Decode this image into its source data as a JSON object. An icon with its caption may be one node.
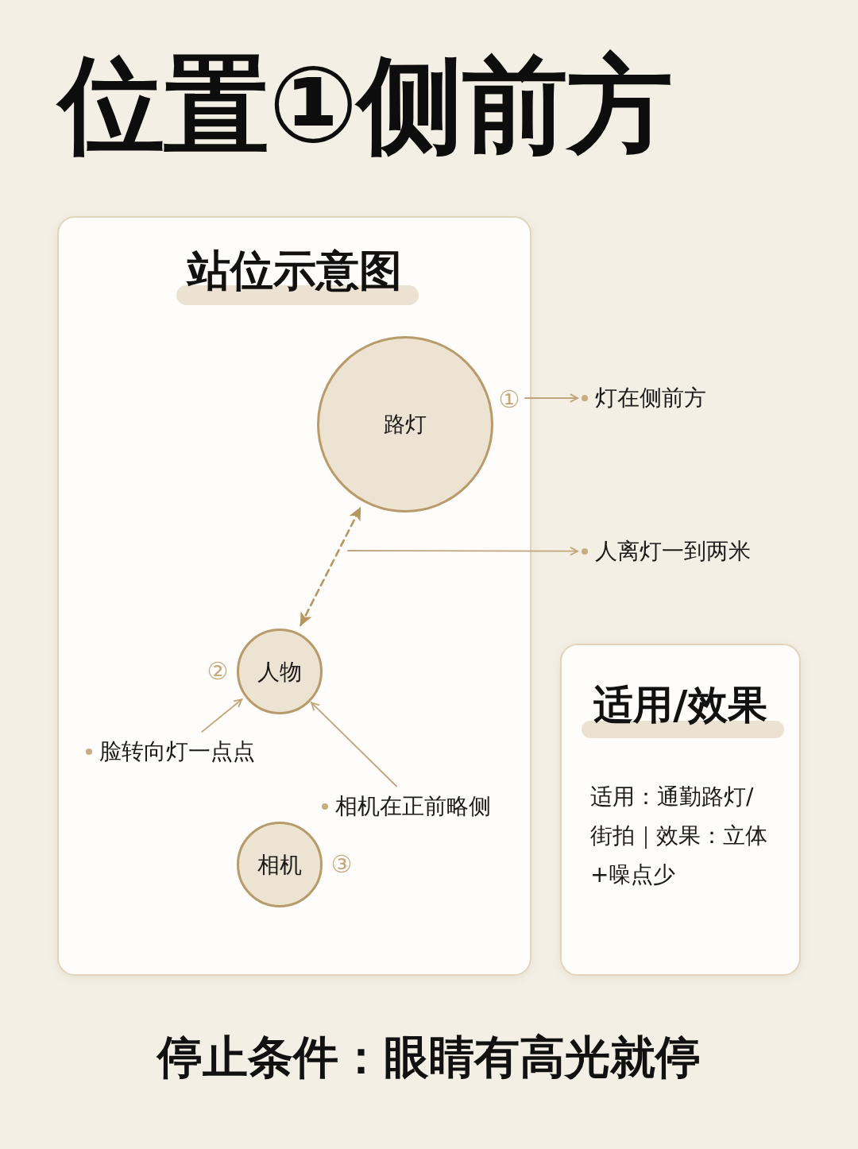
{
  "diagram": {
    "title": "位置①侧前方",
    "caption": "停止条件：眼睛有高光就停",
    "nodes": [
      {
        "text": [
          "站位示意图"
        ]
      },
      {
        "text": [
          "路灯"
        ],
        "in": 0
      },
      {
        "text": [
          "①"
        ],
        "in": 0
      },
      {
        "text": [
          "灯在侧前方"
        ]
      },
      {
        "text": [
          "人离灯一到两米"
        ]
      },
      {
        "text": [
          "人物"
        ],
        "in": 0,
        "beside": [
          "②"
        ]
      },
      {
        "text": [
          "脸转向灯一点点"
        ],
        "in": 0
      },
      {
        "text": [
          "相机在正前略侧"
        ],
        "in": 0
      },
      {
        "text": [
          "相机"
        ],
        "in": 0,
        "beside": [
          "③"
        ]
      },
      {
        "text": [
          "适用/效果",
          "适用：通勤路灯/街拍｜效果：立体+噪点少"
        ]
      }
    ],
    "edges": [
      {
        "from": 2,
        "to": 3,
        "arrow": "to"
      },
      {
        "from": 5,
        "to": 1,
        "arrow": "both",
        "style": "dashed"
      },
      {
        "from": null,
        "to": 4,
        "arrow": "to"
      },
      {
        "from": 6,
        "to": 5,
        "arrow": "to"
      },
      {
        "from": 7,
        "to": 5,
        "arrow": "to"
      }
    ]
  }
}
